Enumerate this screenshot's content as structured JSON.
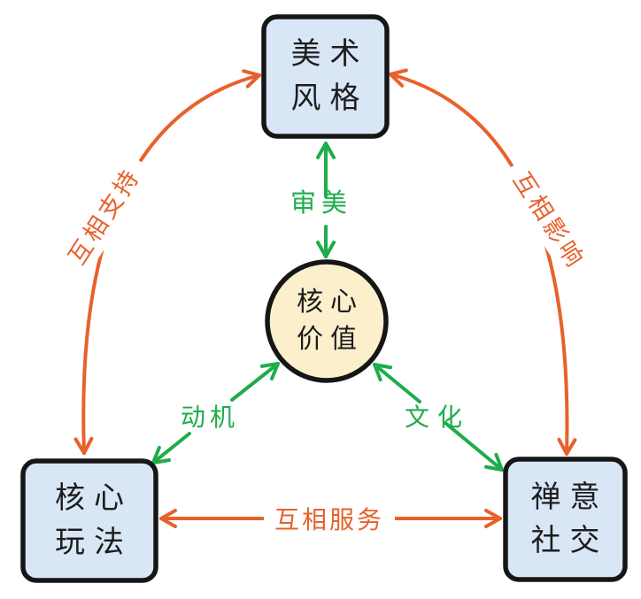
{
  "diagram": {
    "nodes": {
      "art_style": {
        "line1": "美术",
        "line2": "风格"
      },
      "core_value": {
        "line1": "核心",
        "line2": "价值"
      },
      "core_gameplay": {
        "line1": "核心",
        "line2": "玩法"
      },
      "zen_social": {
        "line1": "禅意",
        "line2": "社交"
      }
    },
    "edge_labels": {
      "mutual_support": "互相支持",
      "mutual_influence": "互相影响",
      "mutual_service": "互相服务",
      "aesthetics": "审美",
      "motivation": "动机",
      "culture": "文化"
    },
    "colors": {
      "background": "#ffffff",
      "box_fill": "#d9e6f6",
      "circle_fill": "#fbefcc",
      "outline": "#161616",
      "arrow_orange": "#e8612c",
      "arrow_green": "#1ead4b"
    }
  }
}
